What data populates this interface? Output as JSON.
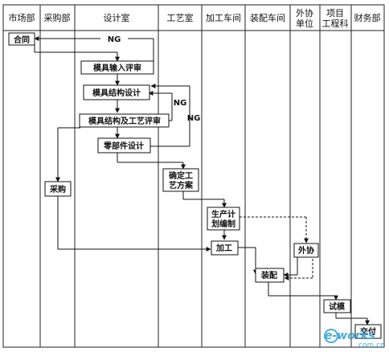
{
  "columns": [
    {
      "id": "market",
      "label": [
        "市场部"
      ]
    },
    {
      "id": "purchase",
      "label": [
        "采购部"
      ]
    },
    {
      "id": "design",
      "label": [
        "设计室"
      ]
    },
    {
      "id": "craft",
      "label": [
        "工艺室"
      ]
    },
    {
      "id": "machining",
      "label": [
        "加工车间"
      ]
    },
    {
      "id": "assembly",
      "label": [
        "装配车间"
      ]
    },
    {
      "id": "outsource",
      "label": [
        "外协",
        "单位"
      ]
    },
    {
      "id": "project",
      "label": [
        "项目",
        "工程科"
      ]
    },
    {
      "id": "finance",
      "label": [
        "财务部"
      ]
    }
  ],
  "nodes": {
    "contract": {
      "lines": [
        "合同"
      ]
    },
    "mold_input_review": {
      "lines": [
        "模具输入评审"
      ]
    },
    "mold_structure_design": {
      "lines": [
        "模具结构设计"
      ]
    },
    "structure_craft_review": {
      "lines": [
        "模具结构及工艺评审"
      ]
    },
    "parts_design": {
      "lines": [
        "零部件设计"
      ]
    },
    "process_plan": {
      "lines": [
        "确定工",
        "艺方案"
      ]
    },
    "purchasing": {
      "lines": [
        "采购"
      ]
    },
    "production_plan": {
      "lines": [
        "生产计",
        "划编制"
      ]
    },
    "processing": {
      "lines": [
        "加工"
      ]
    },
    "outsourcing": {
      "lines": [
        "外协"
      ]
    },
    "assembling": {
      "lines": [
        "装配"
      ]
    },
    "trial_mold": {
      "lines": [
        "试模"
      ]
    },
    "delivery": {
      "lines": [
        "交付"
      ]
    }
  },
  "ng_labels": [
    "NG",
    "NG",
    "NG"
  ],
  "watermark": {
    "brand": "e-works",
    "sub": "com.cn"
  }
}
